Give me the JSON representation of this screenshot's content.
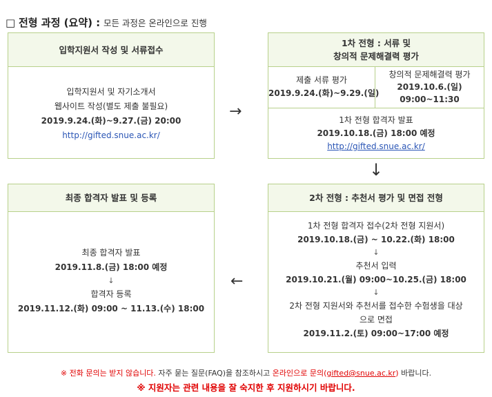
{
  "header": {
    "bullet": "□",
    "title": "전형 과정 (요약) :",
    "subtitle": "모든 과정은 온라인으로 진행"
  },
  "step1": {
    "title": "입학지원서 작성 및 서류접수",
    "line1": "입학지원서 및 자기소개서",
    "line2": "웹사이트 작성(별도 제출 불필요)",
    "date": "2019.9.24.(화)~9.27.(금) 20:00",
    "url": "http://gifted.snue.ac.kr/"
  },
  "step2": {
    "title_line1": "1차 전형 : 서류 및",
    "title_line2": "창의적 문제해결력 평가",
    "left_label": "제출 서류 평가",
    "left_date": "2019.9.24.(화)~9.29.(일)",
    "right_label": "창의적 문제해결력 평가",
    "right_date": "2019.10.6.(일)",
    "right_time": "09:00~11:30",
    "result_label": "1차 전형 합격자 발표",
    "result_date": "2019.10.18.(금) 18:00 예정",
    "url": "http://gifted.snue.ac.kr/"
  },
  "step3": {
    "title": "2차 전형 : 추천서 평가 및 면접 전형",
    "l1": "1차 전형 합격자 접수(2차 전형 지원서)",
    "d1": "2019.10.18.(금) ~ 10.22.(화) 18:00",
    "l2": "추천서 입력",
    "d2": "2019.10.21.(월) 09:00~10.25.(금) 18:00",
    "l3a": "2차 전형 지원서와 추천서를 접수한 수험생을 대상",
    "l3b": "으로 면접",
    "d3": "2019.11.2.(토) 09:00~17:00 예정",
    "down_arrow": "↓"
  },
  "step4": {
    "title": "최종 합격자 발표 및 등록",
    "l1": "최종 합격자 발표",
    "d1": "2019.11.8.(금) 18:00 예정",
    "l2": "합격자 등록",
    "d2": "2019.11.12.(화) 09:00 ~ 11.13.(수) 18:00",
    "down_arrow": "↓"
  },
  "arrows": {
    "right": "→",
    "down": "↓",
    "left": "←"
  },
  "notice": {
    "p1": "※ 전화 문의는 받지 않습니다.",
    "p2": " 자주 묻는 질문(FAQ)을 참조하시고 ",
    "p3": "온라인으로 문의(",
    "email": "gifted@snue.ac.kr",
    "p4": ")",
    "p5": " 바랍니다.",
    "line2": "※ 지원자는 관련 내용을 잘 숙지한 후 지원하시기 바랍니다."
  }
}
